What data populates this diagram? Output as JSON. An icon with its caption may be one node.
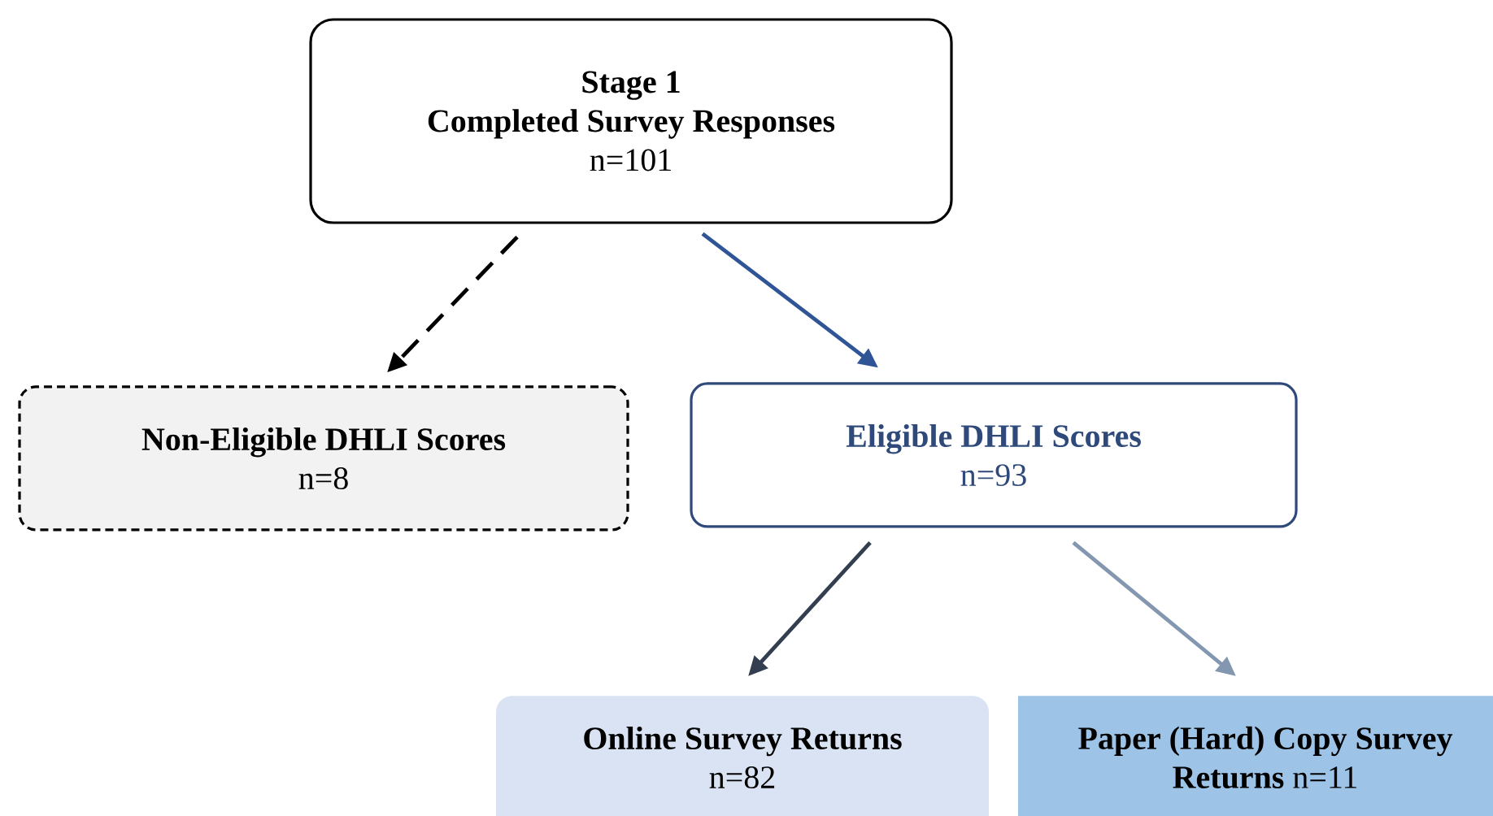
{
  "diagram": {
    "nodes": [
      {
        "text": [
          "Stage 1",
          "Completed Survey Responses",
          "n=101"
        ]
      },
      {
        "text": [
          "Non-Eligible DHLI Scores",
          "n=8"
        ]
      },
      {
        "text": [
          "Eligible DHLI Scores",
          "n=93"
        ]
      },
      {
        "text": [
          "Online Survey Returns",
          "n=82"
        ]
      },
      {
        "text": [
          "**Paper (Hard) Copy Survey Returns** n=11"
        ]
      }
    ],
    "edges": [
      {
        "from": 0,
        "to": 1,
        "arrow": "to",
        "style": "dashed",
        "color": "#000000"
      },
      {
        "from": 0,
        "to": 2,
        "arrow": "to",
        "color": "#2f5597"
      },
      {
        "from": 2,
        "to": 3,
        "arrow": "to",
        "color": "#333f50"
      },
      {
        "from": 2,
        "to": 4,
        "arrow": "to",
        "color": "#8497b0"
      }
    ]
  }
}
